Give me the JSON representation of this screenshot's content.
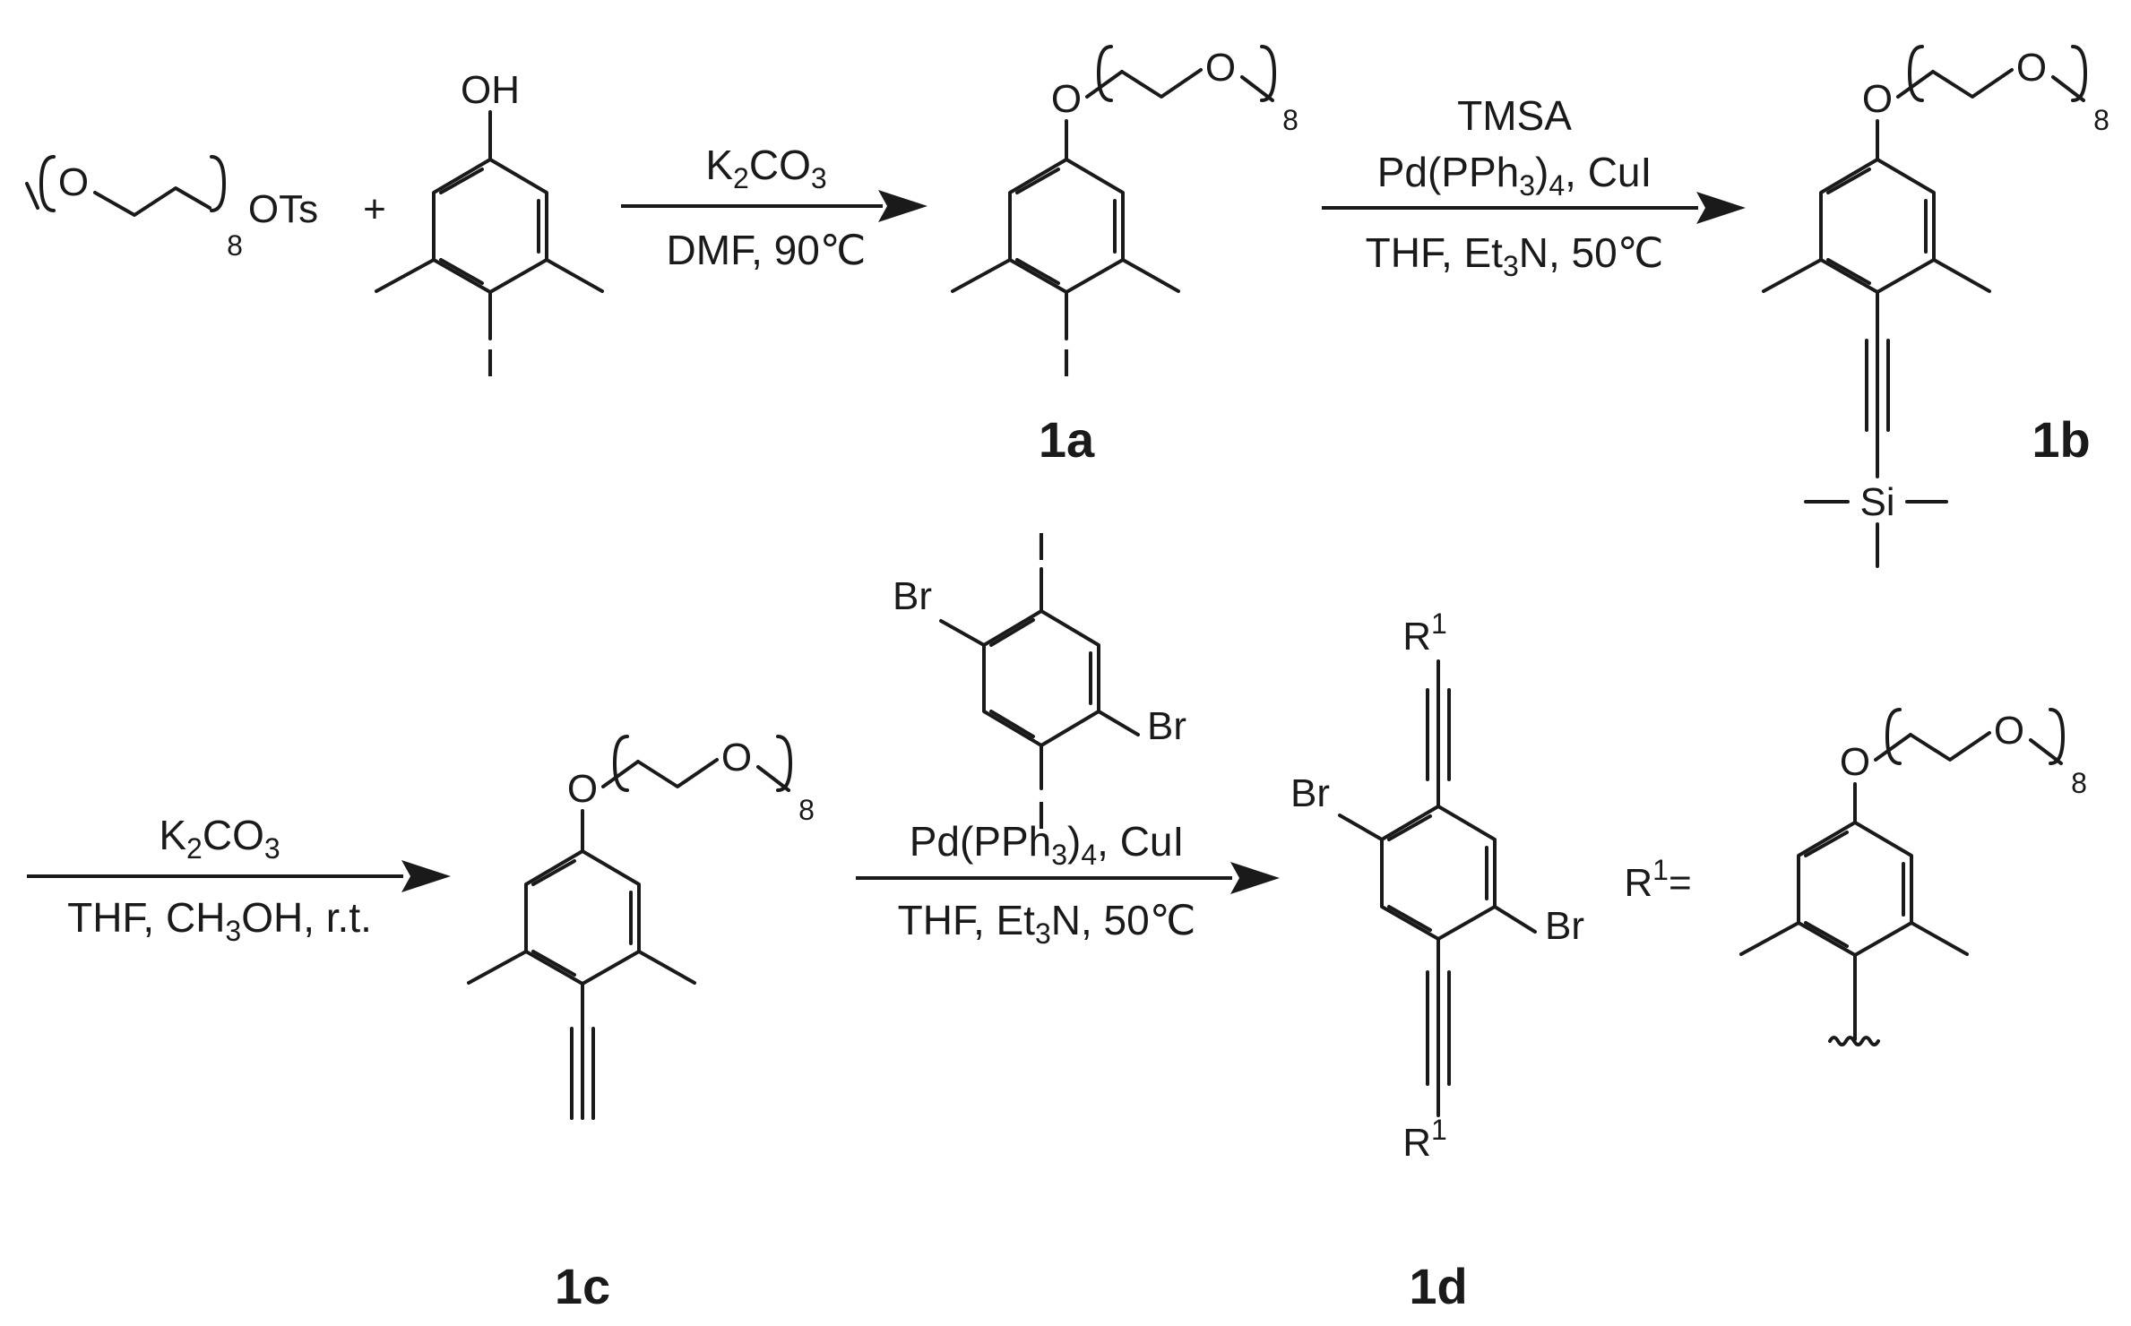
{
  "atoms": {
    "oh": "OH",
    "o": "O",
    "i": "I",
    "br": "Br",
    "si": "Si",
    "ots": "OTs",
    "r": "R",
    "r_sup": "1",
    "r_eq": "=",
    "plus": "+",
    "repeat_n": "8"
  },
  "conditions": {
    "step1": {
      "line1_pre": "K",
      "line1_s1": "2",
      "line1_mid": "CO",
      "line1_s2": "3",
      "line2": "DMF, 90℃"
    },
    "step2": {
      "line0": "TMSA",
      "line1_pre": "Pd(PPh",
      "line1_s1": "3",
      "line1_mid": ")",
      "line1_s2": "4",
      "line1_post": ", CuI",
      "line2_pre": "THF, Et",
      "line2_s": "3",
      "line2_post": "N, 50℃"
    },
    "step3": {
      "line1_pre": "K",
      "line1_s1": "2",
      "line1_mid": "CO",
      "line1_s2": "3",
      "line2_pre": "THF, CH",
      "line2_s": "3",
      "line2_post": "OH, r.t."
    },
    "step4": {
      "line1_pre": "Pd(PPh",
      "line1_s1": "3",
      "line1_mid": ")",
      "line1_s2": "4",
      "line1_post": ", CuI",
      "line2_pre": "THF, Et",
      "line2_s": "3",
      "line2_post": "N, 50℃"
    }
  },
  "compounds": {
    "c1a": "1a",
    "c1b": "1b",
    "c1c": "1c",
    "c1d": "1d"
  }
}
